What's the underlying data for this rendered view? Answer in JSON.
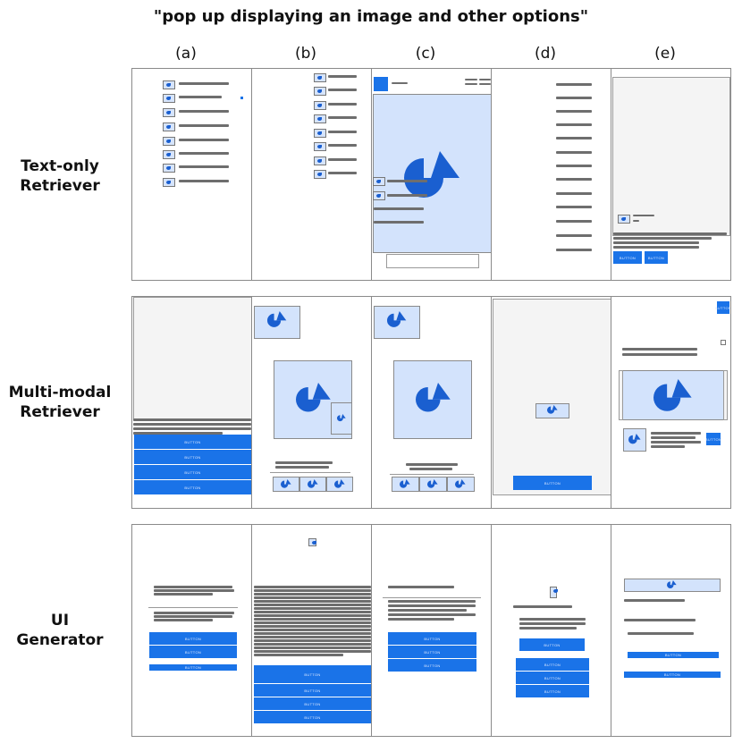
{
  "title": "\"pop up displaying an image and other options\"",
  "columns": [
    "(a)",
    "(b)",
    "(c)",
    "(d)",
    "(e)"
  ],
  "rows": [
    {
      "line1": "Text-only",
      "line2": "Retriever"
    },
    {
      "line1": "Multi-modal",
      "line2": "Retriever"
    },
    {
      "line1": "UI",
      "line2": "Generator"
    }
  ],
  "button_text": "BUTTON",
  "colors": {
    "accent": "#1a73e8",
    "image_bg": "#d3e3fc",
    "logo": "#1a5fd0",
    "line": "#6e6e6e"
  }
}
